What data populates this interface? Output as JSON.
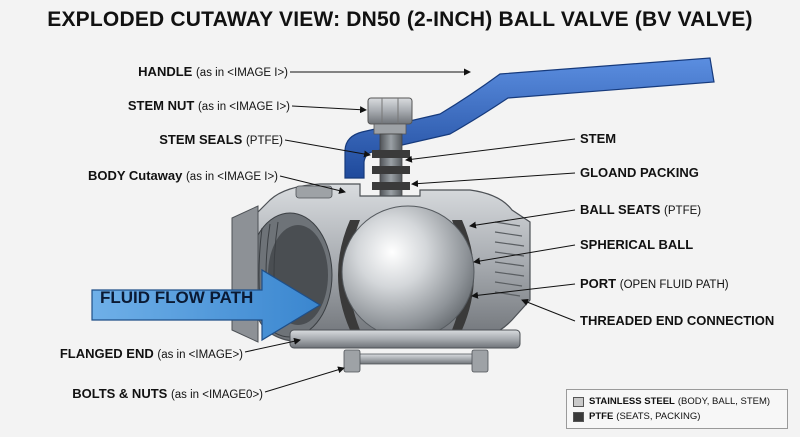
{
  "title": "EXPLODED CUTAWAY VIEW: DN50 (2-INCH) BALL VALVE (BV VALVE)",
  "labels_left": [
    {
      "id": "handle",
      "name": "HANDLE",
      "note": "(as in <IMAGE I>)"
    },
    {
      "id": "stem-nut",
      "name": "STEM NUT",
      "note": "(as in <IMAGE I>)"
    },
    {
      "id": "stem-seals",
      "name": "STEM SEALS",
      "note": "(PTFE)"
    },
    {
      "id": "body-cutaway",
      "name": "BODY Cutaway",
      "note": "(as in <IMAGE I>)"
    },
    {
      "id": "flanged-end",
      "name": "FLANGED END",
      "note": "(as in <IMAGE>)"
    },
    {
      "id": "bolts-nuts",
      "name": "BOLTS & NUTS",
      "note": "(as in <IMAGE0>)"
    }
  ],
  "labels_right": [
    {
      "id": "stem",
      "name": "STEM",
      "note": ""
    },
    {
      "id": "gloand-packing",
      "name": "GLOAND PACKING",
      "note": ""
    },
    {
      "id": "ball-seats",
      "name": "BALL SEATS",
      "note": "(PTFE)"
    },
    {
      "id": "spherical-ball",
      "name": "SPHERICAL BALL",
      "note": ""
    },
    {
      "id": "port",
      "name": "PORT",
      "note": "(OPEN FLUID PATH)"
    },
    {
      "id": "threaded-end",
      "name": "THREADED END CONNECTION",
      "note": ""
    }
  ],
  "flow_label": "FLUID FLOW PATH",
  "legend": [
    {
      "name": "STAINLESS STEEL",
      "note": "(BODY, BALL, STEM)",
      "color": "#c9c9c9"
    },
    {
      "name": "PTFE",
      "note": "(SEATS, PACKING)",
      "color": "#3a3a3a"
    }
  ],
  "colors": {
    "handle": "#2f5fb8",
    "flow_arrow": "#4c95d6",
    "steel": "#b8bcc0",
    "ptfe": "#3a3a3a"
  }
}
